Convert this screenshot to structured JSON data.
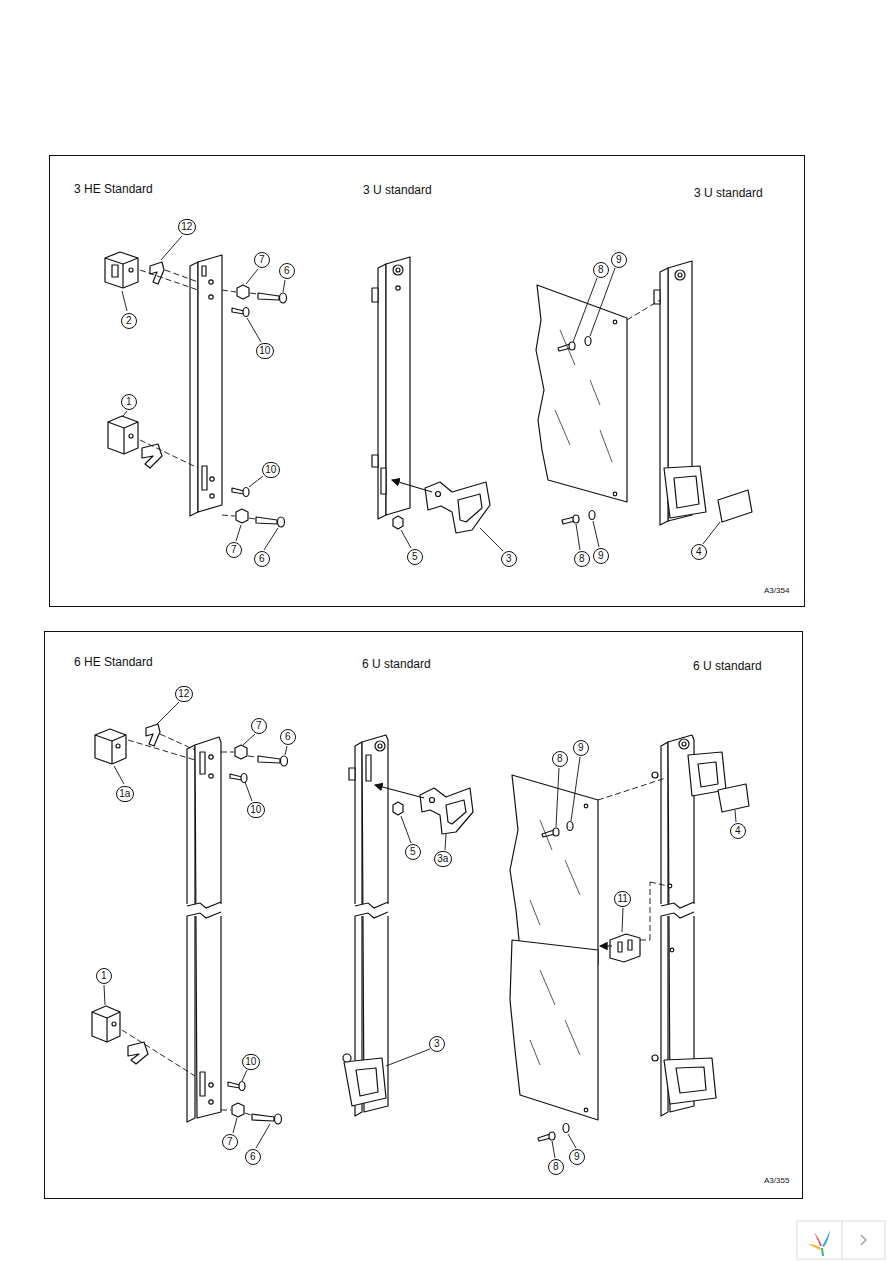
{
  "diagram": {
    "nodes": [
      {
        "text": [
          "3 HE Standard",
          "3 U standard",
          "3 U standard",
          "A3/354"
        ]
      },
      {
        "text": [
          "12"
        ],
        "in": 0
      },
      {
        "text": [
          "2"
        ],
        "in": 0
      },
      {
        "text": [
          "7"
        ],
        "in": 0
      },
      {
        "text": [
          "6"
        ],
        "in": 0
      },
      {
        "text": [
          "10"
        ],
        "in": 0
      },
      {
        "text": [
          "1"
        ],
        "in": 0
      },
      {
        "text": [
          "10"
        ],
        "in": 0
      },
      {
        "text": [
          "7"
        ],
        "in": 0
      },
      {
        "text": [
          "6"
        ],
        "in": 0
      },
      {
        "text": [
          "5"
        ],
        "in": 0
      },
      {
        "text": [
          "3"
        ],
        "in": 0
      },
      {
        "text": [
          "8"
        ],
        "in": 0
      },
      {
        "text": [
          "9"
        ],
        "in": 0
      },
      {
        "text": [
          "8"
        ],
        "in": 0
      },
      {
        "text": [
          "9"
        ],
        "in": 0
      },
      {
        "text": [
          "4"
        ],
        "in": 0
      },
      {
        "text": [
          "6 HE Standard",
          "6 U standard",
          "6 U standard",
          "A3/355"
        ]
      },
      {
        "text": [
          "12"
        ],
        "in": 17
      },
      {
        "text": [
          "1a"
        ],
        "in": 17
      },
      {
        "text": [
          "7"
        ],
        "in": 17
      },
      {
        "text": [
          "6"
        ],
        "in": 17
      },
      {
        "text": [
          "10"
        ],
        "in": 17
      },
      {
        "text": [
          "5"
        ],
        "in": 17
      },
      {
        "text": [
          "3a"
        ],
        "in": 17
      },
      {
        "text": [
          "8"
        ],
        "in": 17
      },
      {
        "text": [
          "9"
        ],
        "in": 17
      },
      {
        "text": [
          "4"
        ],
        "in": 17
      },
      {
        "text": [
          "11"
        ],
        "in": 17
      },
      {
        "text": [
          "1"
        ],
        "in": 17
      },
      {
        "text": [
          "3"
        ],
        "in": 17
      },
      {
        "text": [
          "10"
        ],
        "in": 17
      },
      {
        "text": [
          "7"
        ],
        "in": 17
      },
      {
        "text": [
          "6"
        ],
        "in": 17
      },
      {
        "text": [
          "8"
        ],
        "in": 17
      },
      {
        "text": [
          "9"
        ],
        "in": 17
      }
    ]
  }
}
